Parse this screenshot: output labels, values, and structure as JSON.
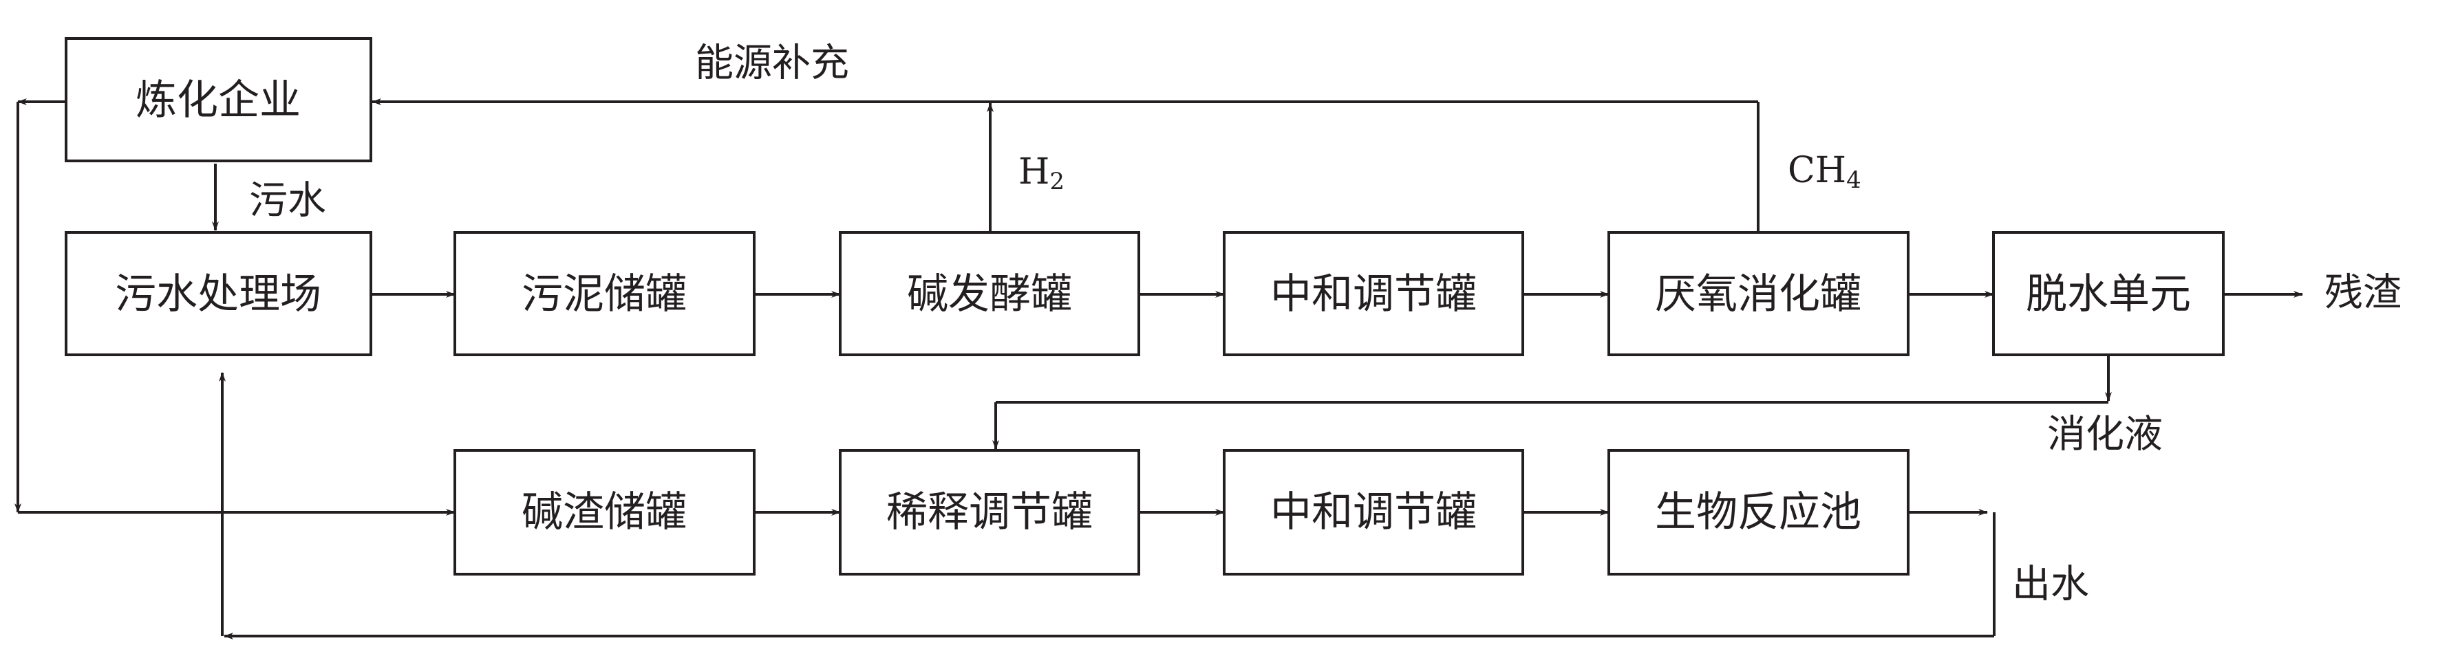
{
  "boxes": {
    "refinery": "炼化企业",
    "wastewater_plant": "污水处理场",
    "sludge_tank": "污泥储罐",
    "alkali_fermentation_tank": "碱发酵罐",
    "neutralization_tank_top": "中和调节罐",
    "anaerobic_digester": "厌氧消化罐",
    "dewatering_unit": "脱水单元",
    "alkali_residue_tank": "碱渣储罐",
    "dilution_tank": "稀释调节罐",
    "neutralization_tank_bottom": "中和调节罐",
    "bioreactor": "生物反应池"
  },
  "labels": {
    "energy_supply": "能源补充",
    "wastewater": "污水",
    "h2_main": "H",
    "h2_sub": "2",
    "ch4_main": "CH",
    "ch4_sub": "4",
    "residue": "残渣",
    "digestate": "消化液",
    "effluent": "出水"
  }
}
